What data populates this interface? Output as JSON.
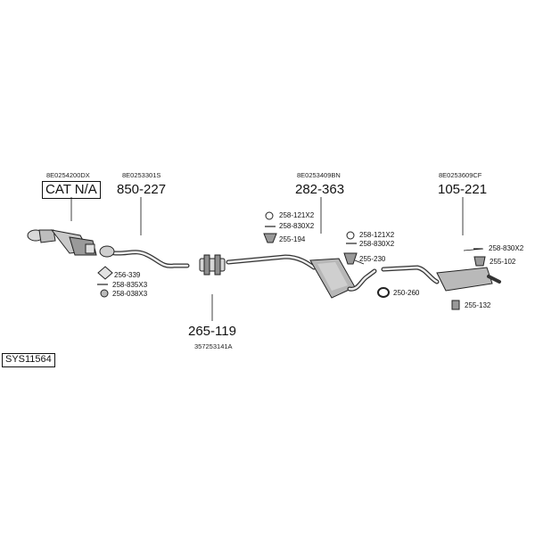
{
  "diagram": {
    "system_code": "SYS11564",
    "groups": [
      {
        "oe": "8E0254200DX",
        "part": "CAT N/A"
      },
      {
        "oe": "8E0253301S",
        "part": "850-227"
      },
      {
        "oe": "8E0253409BN",
        "part": "282-363"
      },
      {
        "oe": "8E0253609CF",
        "part": "105-221"
      },
      {
        "oe": "357253141A",
        "part": "265-119"
      }
    ],
    "fittings": {
      "f1": "256-339",
      "f2": "258-835X3",
      "f3": "258-038X3",
      "f4": "258-121X2",
      "f5": "258-830X2",
      "f6": "255-194",
      "f7": "258-121X2",
      "f8": "258-830X2",
      "f9": "255-230",
      "f10": "250-260",
      "f11": "258-830X2",
      "f12": "255-102",
      "f13": "255-132"
    }
  }
}
